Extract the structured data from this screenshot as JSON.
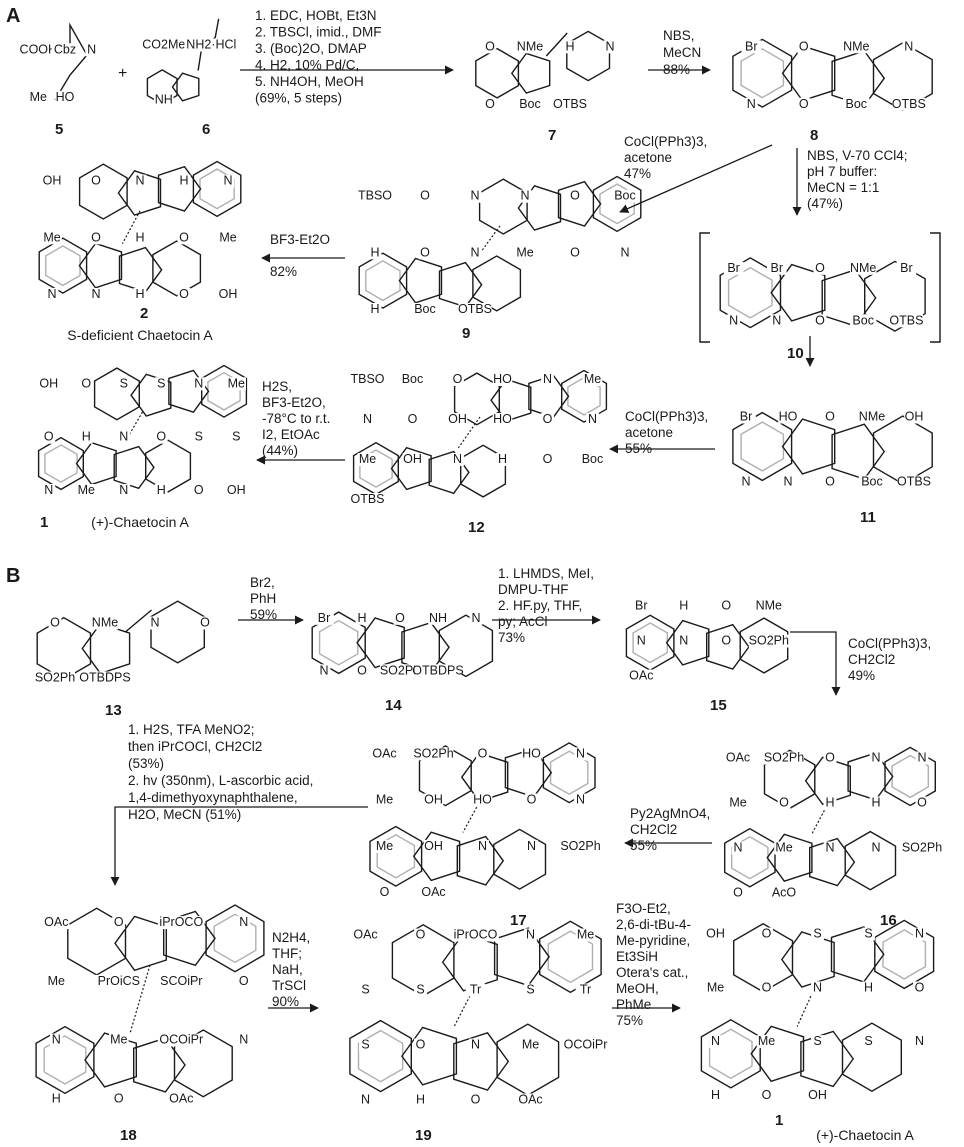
{
  "panels": [
    "A",
    "B"
  ],
  "compounds": [
    {
      "key": "c5",
      "label": "5",
      "atoms": [
        "COOH",
        "Cbz",
        "N",
        "Me",
        "HO"
      ]
    },
    {
      "key": "c6",
      "label": "6",
      "atoms": [
        "CO2Me",
        "NH2·HCl",
        "NH"
      ]
    },
    {
      "key": "c7",
      "label": "7",
      "atoms": [
        "O",
        "NMe",
        "H",
        "N",
        "O",
        "Boc",
        "OTBS"
      ]
    },
    {
      "key": "c8",
      "label": "8",
      "atoms": [
        "Br",
        "O",
        "NMe",
        "N",
        "N",
        "O",
        "Boc",
        "OTBS"
      ]
    },
    {
      "key": "c9",
      "label": "9",
      "atoms": [
        "TBSO",
        "O",
        "N",
        "N",
        "O",
        "Boc",
        "H",
        "O",
        "N",
        "Me",
        "O",
        "N",
        "H",
        "Boc",
        "OTBS"
      ]
    },
    {
      "key": "c2",
      "label": "2",
      "atoms": [
        "OH",
        "O",
        "N",
        "H",
        "N",
        "Me",
        "O",
        "H",
        "O",
        "Me",
        "N",
        "N",
        "H",
        "O",
        "OH"
      ]
    },
    {
      "key": "c10",
      "label": "10",
      "atoms": [
        "Br",
        "Br",
        "O",
        "NMe",
        "Br",
        "N",
        "N",
        "O",
        "Boc",
        "OTBS"
      ]
    },
    {
      "key": "c11",
      "label": "11",
      "atoms": [
        "Br",
        "HO",
        "O",
        "NMe",
        "OH",
        "N",
        "N",
        "O",
        "Boc",
        "OTBS"
      ]
    },
    {
      "key": "c12",
      "label": "12",
      "atoms": [
        "TBSO",
        "Boc",
        "O",
        "HO",
        "N",
        "Me",
        "N",
        "O",
        "OH",
        "HO",
        "O",
        "N",
        "Me",
        "OH",
        "N",
        "H",
        "O",
        "Boc",
        "OTBS"
      ]
    },
    {
      "key": "c1a",
      "label": "1",
      "atoms": [
        "OH",
        "O",
        "S",
        "S",
        "N",
        "Me",
        "O",
        "H",
        "N",
        "O",
        "S",
        "S",
        "N",
        "Me",
        "N",
        "H",
        "O",
        "OH"
      ]
    },
    {
      "key": "c13",
      "label": "13",
      "atoms": [
        "O",
        "NMe",
        "N",
        "O",
        "SO2Ph",
        "OTBDPS"
      ]
    },
    {
      "key": "c14",
      "label": "14",
      "atoms": [
        "Br",
        "H",
        "O",
        "NH",
        "N",
        "N",
        "O",
        "SO2Ph",
        "OTBDPS"
      ]
    },
    {
      "key": "c15",
      "label": "15",
      "atoms": [
        "Br",
        "H",
        "O",
        "NMe",
        "N",
        "N",
        "O",
        "SO2Ph",
        "OAc"
      ]
    },
    {
      "key": "c16",
      "label": "16",
      "atoms": [
        "OAc",
        "SO2Ph",
        "O",
        "N",
        "N",
        "Me",
        "O",
        "H",
        "H",
        "O",
        "N",
        "Me",
        "N",
        "N",
        "SO2Ph",
        "O",
        "AcO"
      ]
    },
    {
      "key": "c17",
      "label": "17",
      "atoms": [
        "OAc",
        "SO2Ph",
        "O",
        "HO",
        "N",
        "Me",
        "OH",
        "HO",
        "O",
        "N",
        "Me",
        "OH",
        "N",
        "N",
        "SO2Ph",
        "O",
        "OAc"
      ]
    },
    {
      "key": "c18",
      "label": "18",
      "atoms": [
        "OAc",
        "O",
        "iPrOCO",
        "N",
        "Me",
        "PrOiCS",
        "SCOiPr",
        "O",
        "N",
        "Me",
        "OCOiPr",
        "N",
        "H",
        "O",
        "OAc"
      ]
    },
    {
      "key": "c19",
      "label": "19",
      "atoms": [
        "OAc",
        "O",
        "iPrOCO",
        "N",
        "Me",
        "S",
        "S",
        "Tr",
        "S",
        "Tr",
        "S",
        "O",
        "N",
        "Me",
        "OCOiPr",
        "N",
        "H",
        "O",
        "OAc"
      ]
    },
    {
      "key": "c1b",
      "label": "1",
      "atoms": [
        "OH",
        "O",
        "S",
        "S",
        "N",
        "Me",
        "O",
        "N",
        "H",
        "O",
        "N",
        "Me",
        "S",
        "S",
        "N",
        "H",
        "O",
        "OH"
      ]
    }
  ],
  "captions": {
    "c2": "S-deficient Chaetocin A",
    "c1a": "(+)-Chaetocin A",
    "c1b": "(+)-Chaetocin A"
  },
  "plus": "+",
  "steps": {
    "s1": [
      "1. EDC, HOBt, Et3N",
      "2. TBSCl, imid., DMF",
      "3. (Boc)2O, DMAP",
      "4. H2, 10% Pd/C,",
      "5. NH4OH, MeOH",
      "(69%, 5 steps)"
    ],
    "s2": [
      "NBS,",
      "MeCN",
      "88%"
    ],
    "s3": [
      "CoCl(PPh3)3,",
      "acetone",
      "47%"
    ],
    "s4": [
      "BF3-Et2O",
      "82%"
    ],
    "s5": [
      "NBS, V-70 CCl4;",
      "pH 7 buffer:",
      "MeCN = 1:1",
      "(47%)"
    ],
    "s6": [
      "CoCl(PPh3)3,",
      "acetone",
      "55%"
    ],
    "s7": [
      "H2S,",
      "BF3-Et2O,",
      "-78°C to r.t.",
      "I2, EtOAc",
      "(44%)"
    ],
    "s8": [
      "Br2,",
      "PhH",
      "59%"
    ],
    "s9": [
      "1. LHMDS, MeI,",
      "DMPU-THF",
      "2. HF.py, THF,",
      "py; AcCl",
      "73%"
    ],
    "s10": [
      "CoCl(PPh3)3,",
      "CH2Cl2",
      "49%"
    ],
    "s11": [
      "Py2AgMnO4,",
      "CH2Cl2",
      "55%"
    ],
    "s12": [
      "1. H2S, TFA MeNO2;",
      "then iPrCOCl, CH2Cl2",
      "(53%)",
      "2. hv (350nm), L-ascorbic acid,",
      "1,4-dimethyoxynaphthalene,",
      "H2O, MeCN (51%)"
    ],
    "s13": [
      "N2H4,",
      "THF;",
      "NaH,",
      "TrSCl",
      "90%"
    ],
    "s14": [
      "F3O-Et2,",
      "2,6-di-tBu-4-",
      "Me-pyridine,",
      "Et3SiH",
      "Otera's cat.,",
      "MeOH,",
      "PhMe",
      "75%"
    ]
  }
}
